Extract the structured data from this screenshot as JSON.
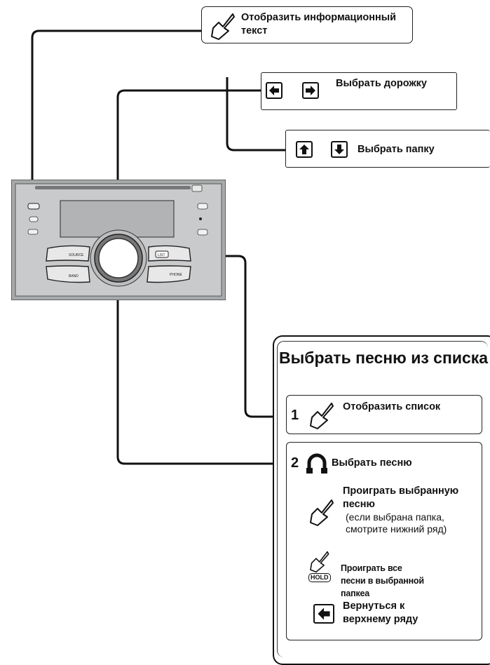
{
  "callouts": {
    "display_info": "Отобразить информационный текст",
    "select_track": "Выбрать дорожку",
    "select_folder": "Выбрать папку"
  },
  "song_panel": {
    "title": "Выбрать песню из списка",
    "step1": {
      "number": "1",
      "label": "Отобразить список"
    },
    "step2": {
      "number": "2",
      "label": "Выбрать песню",
      "play_selected": "Проиграть выбранную песню",
      "play_selected_note": "(если выбрана папка, смотрите нижний ряд)",
      "hold_badge": "HOLD",
      "play_all": "Проиграть все песни в выбранной папкеа",
      "back": "Вернуться к верхнему ряду"
    }
  },
  "device": {
    "buttons": [
      "SOURCE",
      "BAND",
      "LIST",
      "PHONE"
    ]
  },
  "icons": [
    "press-finger-icon",
    "arrow-left-icon",
    "arrow-right-icon",
    "arrow-up-icon",
    "arrow-down-icon",
    "rotate-knob-icon"
  ]
}
